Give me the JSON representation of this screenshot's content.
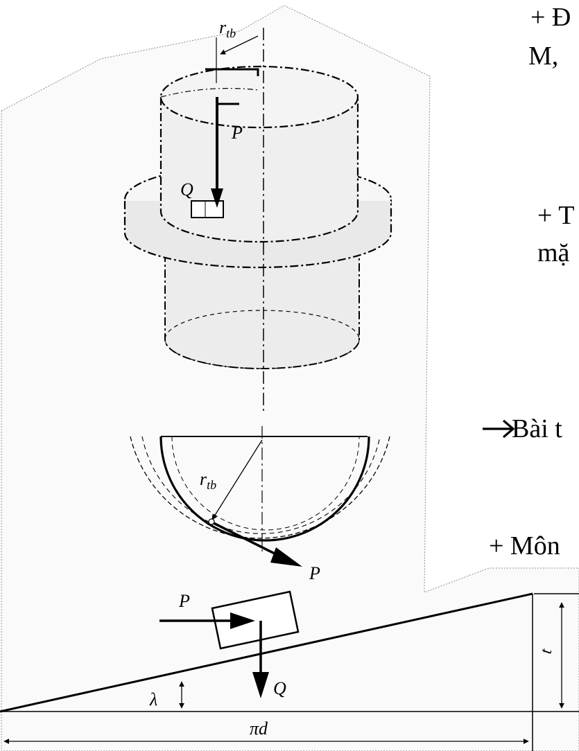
{
  "slide_text": {
    "line_1": "+ Đ",
    "line_2": "M,",
    "line_3": "+ T",
    "line_4": "mặ",
    "line_5": "Bài t",
    "line_6": "+ Môn"
  },
  "icons": {
    "arrow": "right-arrow-icon"
  },
  "figure_labels": {
    "r_tb_top": "r",
    "r_tb_top_sub": "tb",
    "P_top": "P",
    "Q_top": "Q",
    "r_tb_mid": "r",
    "r_tb_mid_sub": "tb",
    "P_mid": "P",
    "P_bottom": "P",
    "Q_bottom": "Q",
    "lambda": "λ",
    "pi_d": "πd",
    "t_bottom": "t"
  },
  "colors": {
    "text": "#000000",
    "panel": "#fafafa",
    "panel_edge": "#8a8a8a",
    "cylinder_fill": "#ececec"
  }
}
